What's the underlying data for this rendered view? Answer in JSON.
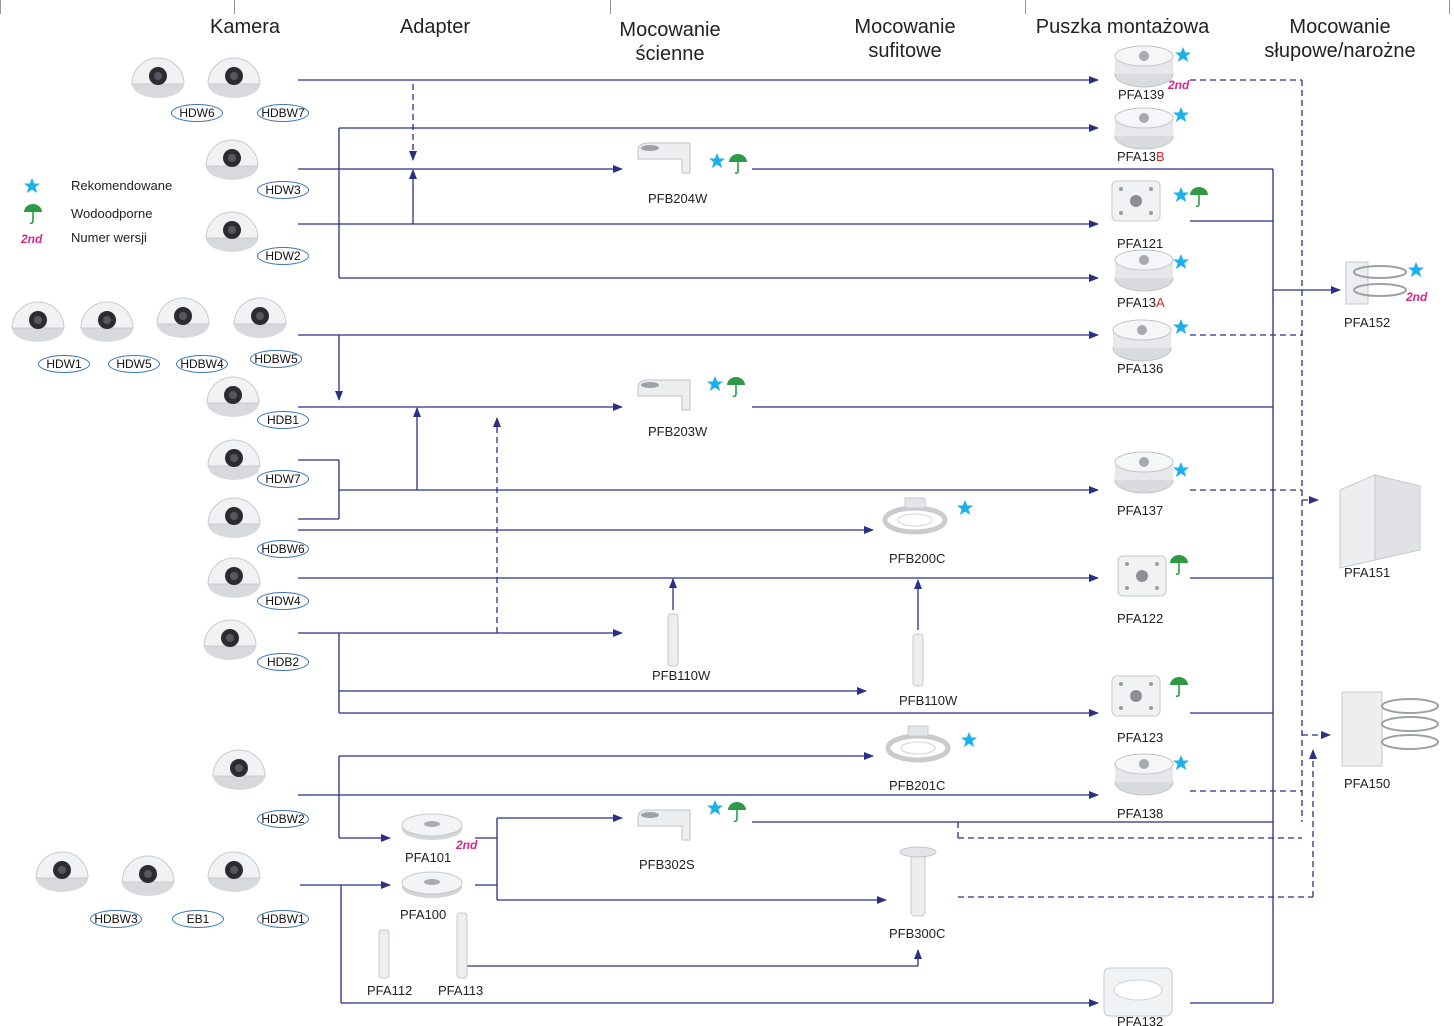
{
  "columns": {
    "camera": "Kamera",
    "adapter": "Adapter",
    "wall": "Mocowanie\nścienne",
    "ceiling": "Mocowanie\nsufitowe",
    "junction": "Puszka montażowa",
    "pole": "Mocowanie\nsłupowe/narożne"
  },
  "legend": {
    "recommended": "Rekomendowane",
    "waterproof": "Wodoodporne",
    "version_mark": "2nd",
    "version": "Numer wersji"
  },
  "camera_tags": {
    "hdw6": "HDW6",
    "hdbw7a": "HDBW7",
    "hdw3": "HDW3",
    "hdw2": "HDW2",
    "hdw1": "HDW1",
    "hdw5": "HDW5",
    "hdbw4": "HDBW4",
    "hdbw5": "HDBW5",
    "hdb1": "HDB1",
    "hdw7": "HDW7",
    "hdbw6": "HDBW6",
    "hdw4": "HDW4",
    "hdb2": "HDB2",
    "hdbw2": "HDBW2",
    "hdbw3": "HDBW3",
    "eb1": "EB1",
    "hdbw1": "HDBW1"
  },
  "products": {
    "pfb204w": "PFB204W",
    "pfb203w": "PFB203W",
    "pfb302s": "PFB302S",
    "pfb110w_a": "PFB110W",
    "pfb110w_b": "PFB110W",
    "pfb200c": "PFB200C",
    "pfb201c": "PFB201C",
    "pfb300c": "PFB300C",
    "pfa101": "PFA101",
    "pfa100": "PFA100",
    "pfa112": "PFA112",
    "pfa113": "PFA113",
    "pfa139": "PFA139",
    "pfa13b_base": "PFA13",
    "pfa13b_suffix": "B",
    "pfa121": "PFA121",
    "pfa13a_base": "PFA13",
    "pfa13a_suffix": "A",
    "pfa136": "PFA136",
    "pfa137": "PFA137",
    "pfa122": "PFA122",
    "pfa123": "PFA123",
    "pfa138": "PFA138",
    "pfa132": "PFA132",
    "pfa152": "PFA152",
    "pfa151": "PFA151",
    "pfa150": "PFA150"
  },
  "version_marks": {
    "pfa139": "2nd",
    "pfa152": "2nd",
    "pfa101": "2nd"
  },
  "colors": {
    "line": "#2b2f86",
    "star": "#1eb0ea",
    "umbrella": "#2e9a46",
    "version": "#d8268c",
    "tag_border": "#3a78b8",
    "device": "#e9ebee"
  },
  "icons": [
    "star-icon",
    "umbrella-icon",
    "camera-dome-icon",
    "wall-bracket-icon",
    "junction-box-icon",
    "pole-mount-icon"
  ]
}
